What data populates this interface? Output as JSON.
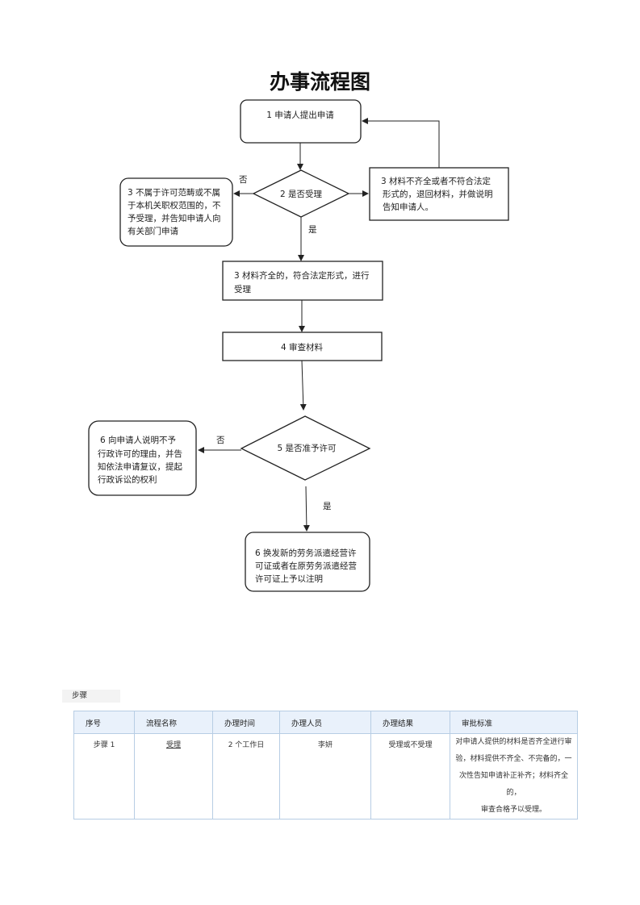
{
  "title": "办事流程图",
  "flowchart": {
    "step1": "1 申请人提出申请",
    "decision2": "2 是否受理",
    "reject_left": [
      "3 不属于许可范畴或不属",
      "于本机关职权范围的，不",
      "予受理，并告知申请人向",
      "有关部门申请"
    ],
    "reject_right": [
      "3 材料不齐全或者不符合法定",
      "形式的，退回材料，并做说明",
      "告知申请人。"
    ],
    "accept3": [
      "3  材料齐全的，符合法定形式，进行",
      "受理"
    ],
    "review4": "4  审查材料",
    "decision5": "5 是否准予许可",
    "deny6": [
      "6  向申请人说明不予",
      "行政许可的理由，并告",
      "知依法申请复议，提起",
      "行政诉讼的权利"
    ],
    "grant6": [
      "6  换发新的劳务派遣经营许",
      "可证或者在原劳务派遣经营",
      "许可证上予以注明"
    ],
    "labels": {
      "no1": "否",
      "yes1": "是",
      "no2": "否",
      "yes2": "是"
    }
  },
  "steps_section": {
    "label": "步骤",
    "headers": [
      "序号",
      "流程名称",
      "办理时间",
      "办理人员",
      "办理结果",
      "审批标准"
    ],
    "rows": [
      {
        "seq": "步骤 1",
        "name": "受理",
        "time": "2 个工作日",
        "staff": "李妍",
        "result": "受理或不受理",
        "criteria": [
          "对申请人提供的材料是否齐全进行审",
          "验，材料提供不齐全、不完备的，一",
          "次性告知申请补正补齐；材料齐全的，",
          "审查合格予以受理。"
        ]
      }
    ]
  }
}
